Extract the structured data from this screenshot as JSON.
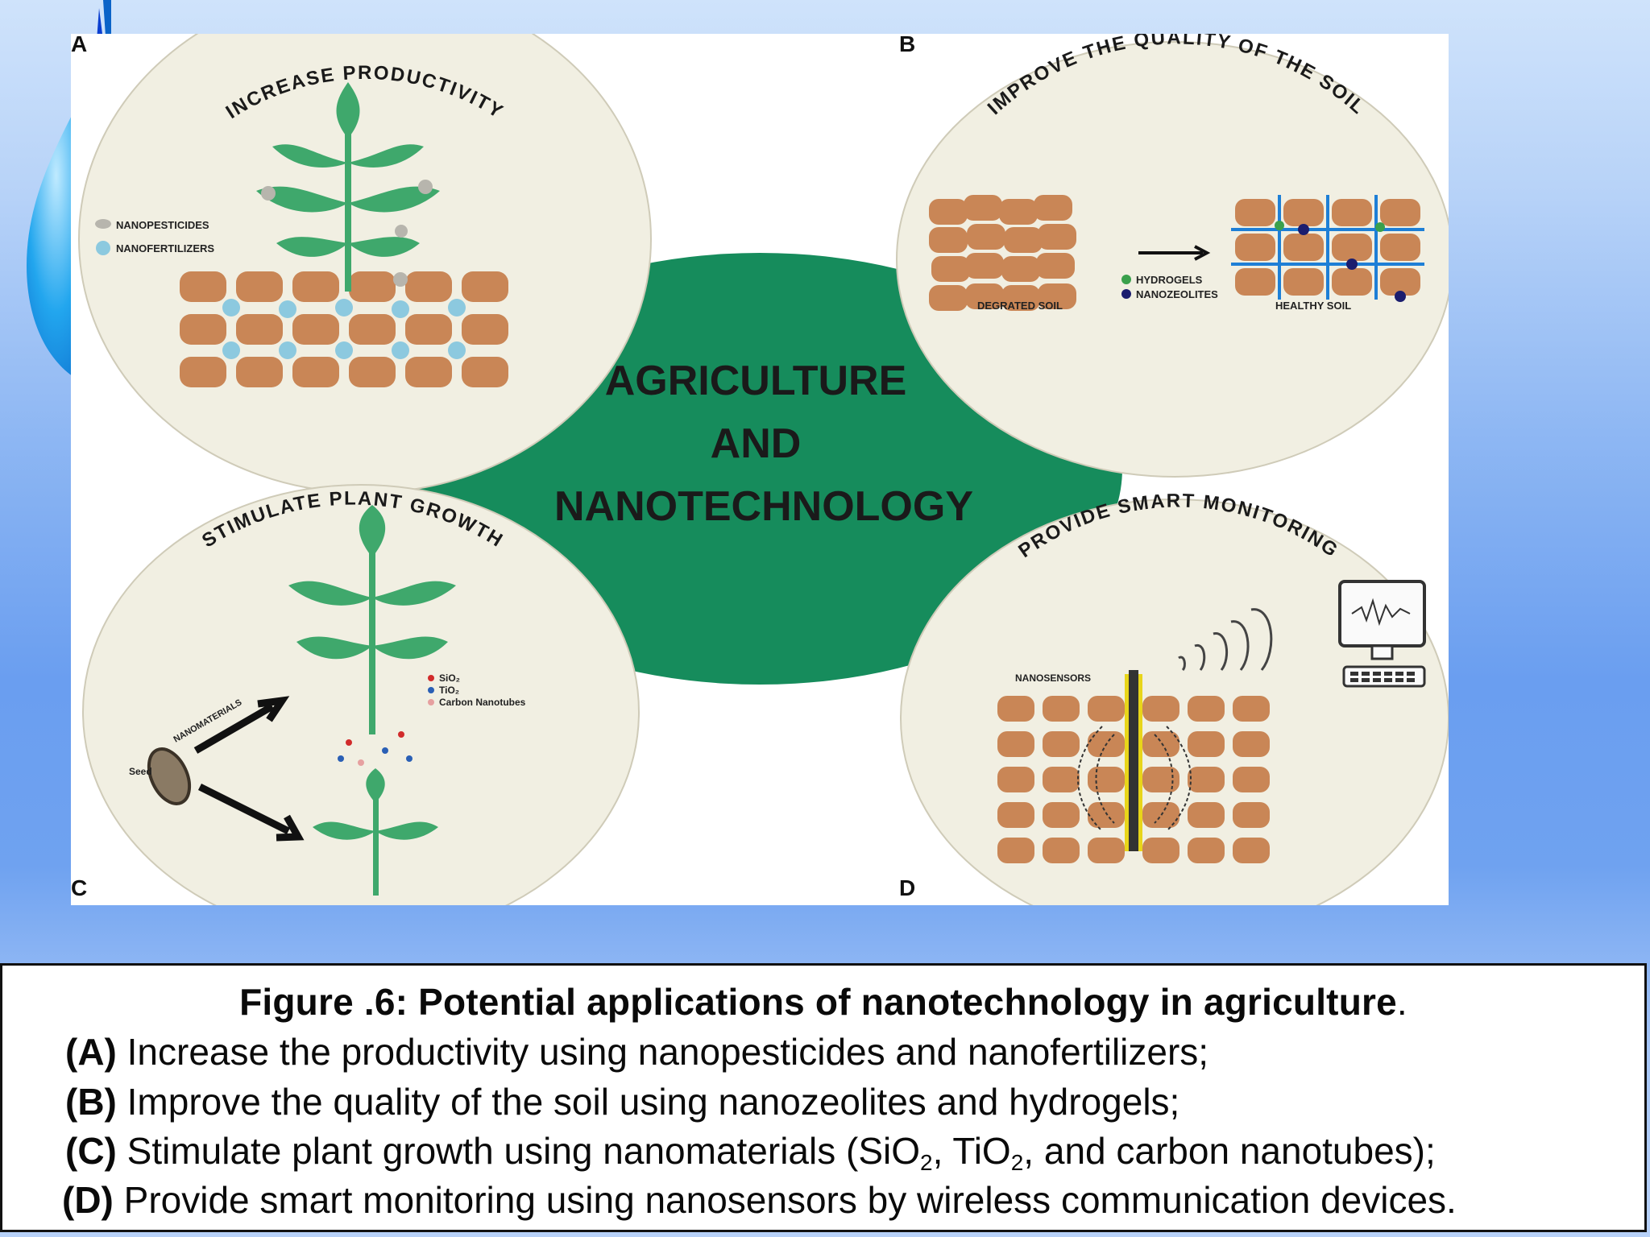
{
  "diagram": {
    "center": {
      "line1": "AGRICULTURE",
      "line2": "AND",
      "line3": "NANOTECHNOLOGY"
    },
    "panels": {
      "A": {
        "letter": "A",
        "title": "INCREASE PRODUCTIVITY",
        "legend": [
          "NANOPESTICIDES",
          "NANOFERTILIZERS"
        ]
      },
      "B": {
        "letter": "B",
        "title": "IMPROVE THE QUALITY OF THE SOIL",
        "left_label": "DEGRATED SOIL",
        "right_label": "HEALTHY SOIL",
        "legend": [
          "HYDROGELS",
          "NANOZEOLITES"
        ]
      },
      "C": {
        "letter": "C",
        "title": "STIMULATE PLANT GROWTH",
        "arrow_label": "NANOMATERIALS",
        "seed_label": "Seed",
        "legend": [
          "SiO₂",
          "TiO₂",
          "Carbon Nanotubes"
        ]
      },
      "D": {
        "letter": "D",
        "title": "PROVIDE SMART MONITORING",
        "sensor_label": "NANOSENSORS"
      }
    },
    "colors": {
      "center_green": "#168c5c",
      "circle_fill": "#f1efe2",
      "soil_brown": "#c98656",
      "leaf_green": "#3fa86c",
      "fertilizer_blue": "#8cc9df",
      "water_blue": "#1e7fd6"
    }
  },
  "caption": {
    "title": "Figure .6: Potential applications of nanotechnology in agriculture",
    "title_end": ".",
    "items": [
      {
        "label": "(A)",
        "text": "Increase the productivity using nanopesticides and nanofertilizers;"
      },
      {
        "label": "(B)",
        "text": "Improve the quality of the soil using nanozeolites and hydrogels;"
      },
      {
        "label": "(C)",
        "pre": "Stimulate plant growth using nanomaterials (SiO",
        "mid1": ", TiO",
        "post": ", and carbon nanotubes);",
        "sub": "2"
      },
      {
        "label": "(D)",
        "text": "Provide smart monitoring using nanosensors by wireless communication devices."
      }
    ]
  }
}
